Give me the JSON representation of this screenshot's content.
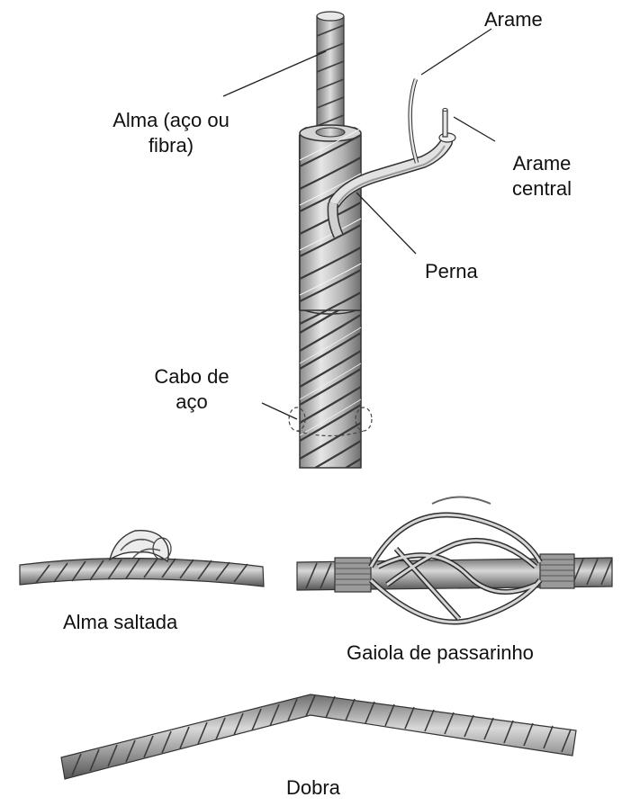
{
  "labels": {
    "arame": "Arame",
    "alma_line1": "Alma (aço ou",
    "alma_line2": "fibra)",
    "arame_central_line1": "Arame",
    "arame_central_line2": "central",
    "perna": "Perna",
    "cabo_line1": "Cabo de",
    "cabo_line2": "aço",
    "alma_saltada": "Alma saltada",
    "gaiola": "Gaiola de passarinho",
    "dobra": "Dobra"
  },
  "colors": {
    "rope_light": "#d9d9d9",
    "rope_mid": "#a6a6a6",
    "rope_dark": "#4a4a4a",
    "line": "#222222"
  }
}
